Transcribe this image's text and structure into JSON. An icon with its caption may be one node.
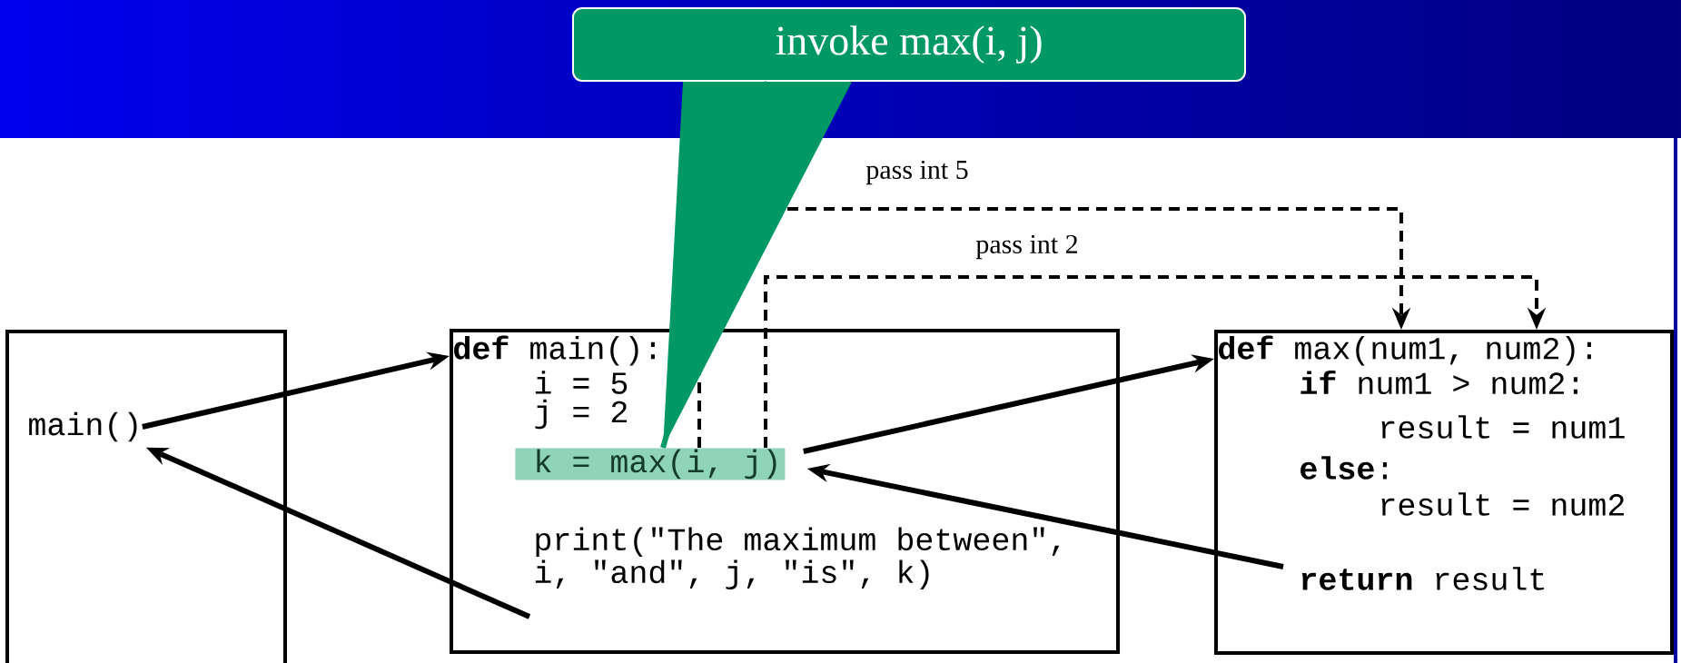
{
  "diagram": {
    "nodes": [
      {
        "text": [],
        "shape": "box"
      },
      {
        "text": [
          "main()"
        ],
        "in": 0
      },
      {
        "text": [
          "**def** main():",
          "i = 5",
          "j = 2",
          "print(\"The maximum between\", i, \"and\", j, \"is\", k)"
        ]
      },
      {
        "text": [
          "k = max(i, j)"
        ],
        "in": 2
      },
      {
        "text": [
          "**def** max(num1, num2):",
          "**if** num1 > num2:",
          "result = num1",
          "**else**:",
          "result = num2",
          "**return** result"
        ]
      },
      {
        "text": [
          "invoke max(i, j)"
        ]
      }
    ],
    "edges": [
      {
        "from": 1,
        "to": 2,
        "arrow": "to"
      },
      {
        "from": 2,
        "to": 1,
        "arrow": "to"
      },
      {
        "from": 3,
        "to": 4,
        "arrow": "to"
      },
      {
        "from": 4,
        "to": 3,
        "arrow": "to"
      },
      {
        "from": 3,
        "to": 4,
        "arrow": "to",
        "style": "dashed",
        "label": "pass int 5"
      },
      {
        "from": 3,
        "to": 4,
        "arrow": "to",
        "style": "dashed",
        "label": "pass int 2"
      },
      {
        "from": 5,
        "to": 3,
        "arrow": "none",
        "color": "#009966"
      }
    ]
  }
}
